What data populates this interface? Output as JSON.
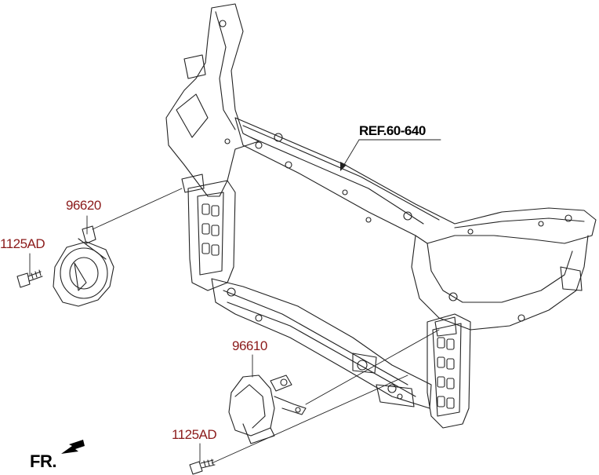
{
  "labels": {
    "ref": "REF.60-640",
    "horn_low": "96620",
    "horn_high": "96610",
    "bolt_left": "1125AD",
    "bolt_bottom": "1125AD",
    "front": "FR."
  },
  "colors": {
    "part_number": "#8b1a1a",
    "linework": "#222222",
    "background": "#ffffff"
  }
}
